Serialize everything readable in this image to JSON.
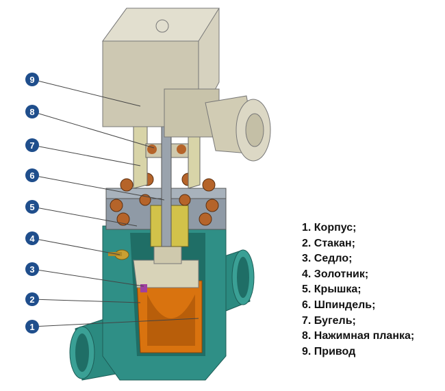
{
  "callouts": [
    "1",
    "2",
    "3",
    "4",
    "5",
    "6",
    "7",
    "8",
    "9"
  ],
  "legend": [
    "1. Корпус;",
    "2. Стакан;",
    "3. Седло;",
    "4. Золотник;",
    "5. Крышка;",
    "6. Шпиндель;",
    "7. Бугель;",
    "8. Нажимная планка;",
    "9. Привод"
  ],
  "colors": {
    "callout": "#1f4e8c",
    "body": "#2f8f86",
    "cup": "#d9730f",
    "actuator": "#d6d2bf",
    "bonnet": "#8f9aa6",
    "bolts": "#b5642a"
  }
}
